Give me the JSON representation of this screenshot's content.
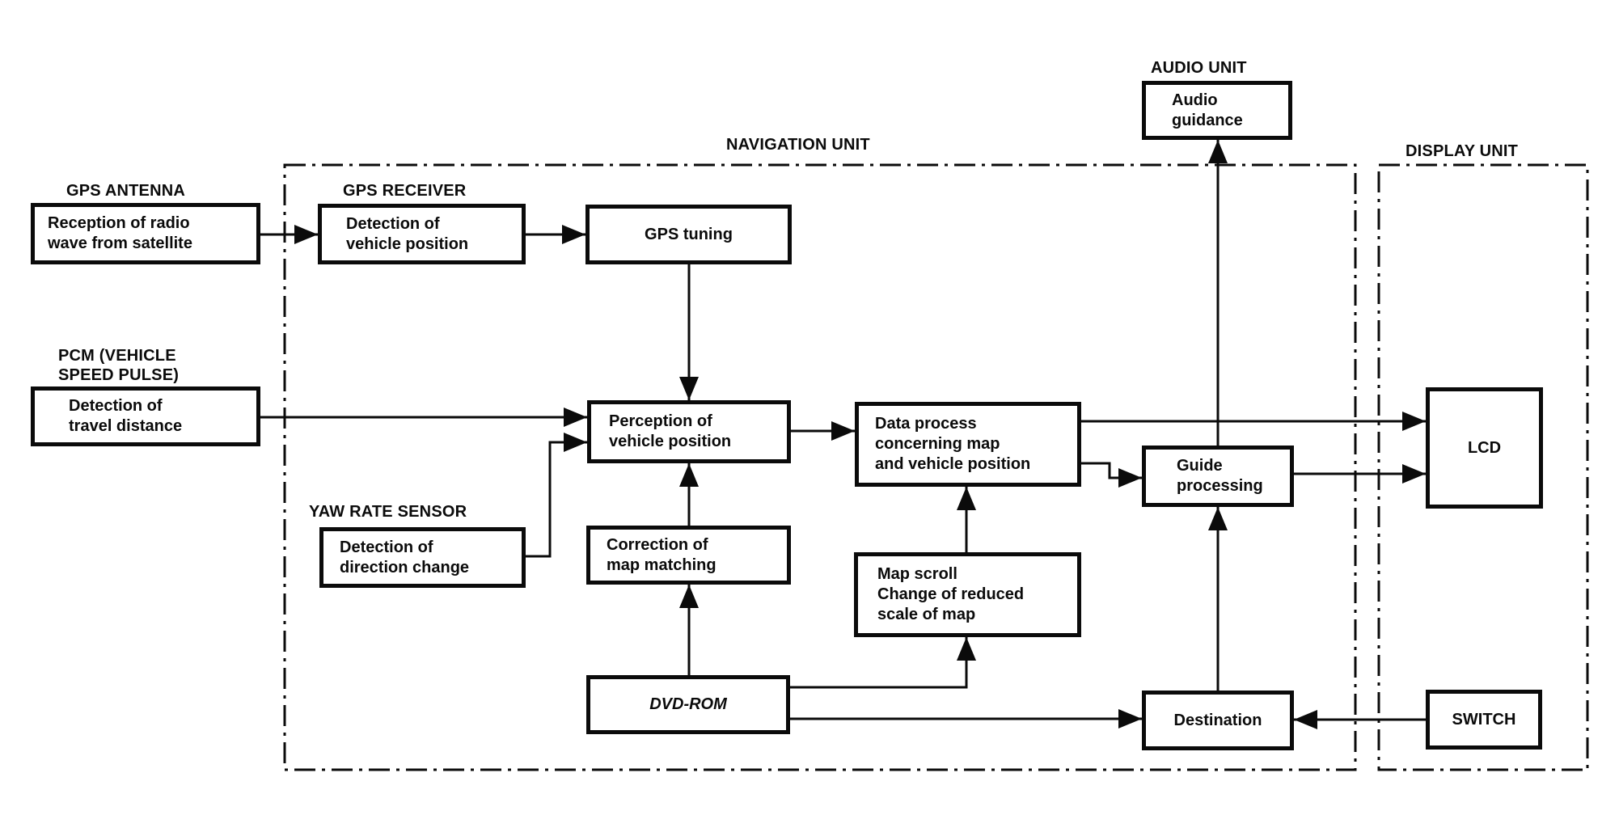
{
  "diagram": {
    "title_context": "Navigation system block diagram",
    "units": {
      "navigation": "NAVIGATION UNIT",
      "audio": "AUDIO UNIT",
      "display": "DISPLAY UNIT"
    },
    "external_labels": {
      "gps_antenna": "GPS ANTENNA",
      "gps_receiver": "GPS RECEIVER",
      "pcm": "PCM (VEHICLE\nSPEED PULSE)",
      "yaw_rate_sensor": "YAW RATE SENSOR"
    },
    "boxes": {
      "reception": "Reception of radio\nwave from satellite",
      "vehicle_position_detection": "Detection of\nvehicle position",
      "gps_tuning": "GPS tuning",
      "travel_distance_detection": "Detection of\ntravel distance",
      "direction_change_detection": "Detection of\ndirection change",
      "perception": "Perception of\nvehicle position",
      "correction": "Correction of\nmap matching",
      "dvd_rom": "DVD-ROM",
      "data_process": "Data process\nconcerning map\nand vehicle position",
      "map_scroll": "Map scroll\nChange of reduced\nscale of map",
      "guide_processing": "Guide\nprocessing",
      "destination": "Destination",
      "audio_guidance": "Audio\nguidance",
      "lcd": "LCD",
      "switch": "SWITCH"
    },
    "colors": {
      "ink": "#0b0b0b",
      "background": "#ffffff"
    }
  }
}
